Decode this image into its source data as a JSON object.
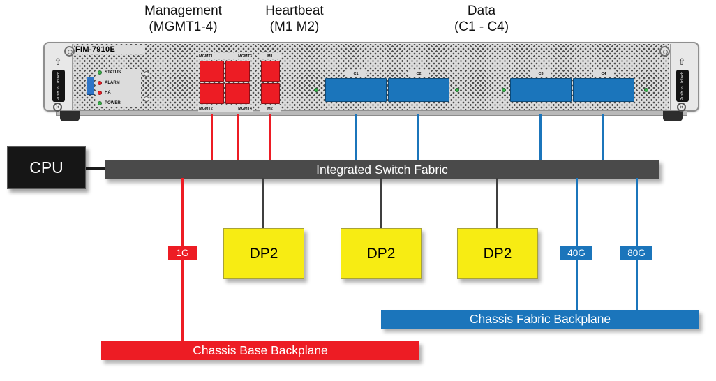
{
  "icons": {
    "unlock_arrow": "⇧",
    "screw_cross": "✕"
  },
  "colors": {
    "red": "#ed1c24",
    "blue": "#1b75bb",
    "yellow": "#f7ec13",
    "fabric_gray": "#4a4a4a",
    "link_gray": "#3f3f3f",
    "cpu_black": "#161616",
    "led_green": "#39b54a",
    "usb_blue": "#2e75c8"
  },
  "top_labels": {
    "management_line1": "Management",
    "management_line2": "(MGMT1-4)",
    "heartbeat_line1": "Heartbeat",
    "heartbeat_line2": "(M1 M2)",
    "data_line1": "Data",
    "data_line2": "(C1 - C4)"
  },
  "panel": {
    "model": "FIM-7910E",
    "handle_text": "Push to Unlock",
    "leds": [
      {
        "label": "STATUS",
        "color": "#39b54a"
      },
      {
        "label": "ALARM",
        "color": "#ed1c24"
      },
      {
        "label": "HA",
        "color": "#ed1c24"
      },
      {
        "label": "POWER",
        "color": "#39b54a"
      }
    ],
    "ports": {
      "mgmt1": "MGMT1",
      "mgmt2": "MGMT2",
      "mgmt3": "MGMT3",
      "mgmt4": "MGMT4",
      "m1": "M1",
      "m2": "M2",
      "c1": "C1",
      "c2": "C2",
      "c3": "C3",
      "c4": "C4"
    }
  },
  "diagram": {
    "cpu_label": "CPU",
    "fabric_label": "Integrated Switch Fabric",
    "dp2_labels": [
      "DP2",
      "DP2",
      "DP2"
    ],
    "link_1g": "1G",
    "link_40g": "40G",
    "link_80g": "80G",
    "fabric_backplane_label": "Chassis Fabric Backplane",
    "base_backplane_label": "Chassis Base Backplane"
  }
}
